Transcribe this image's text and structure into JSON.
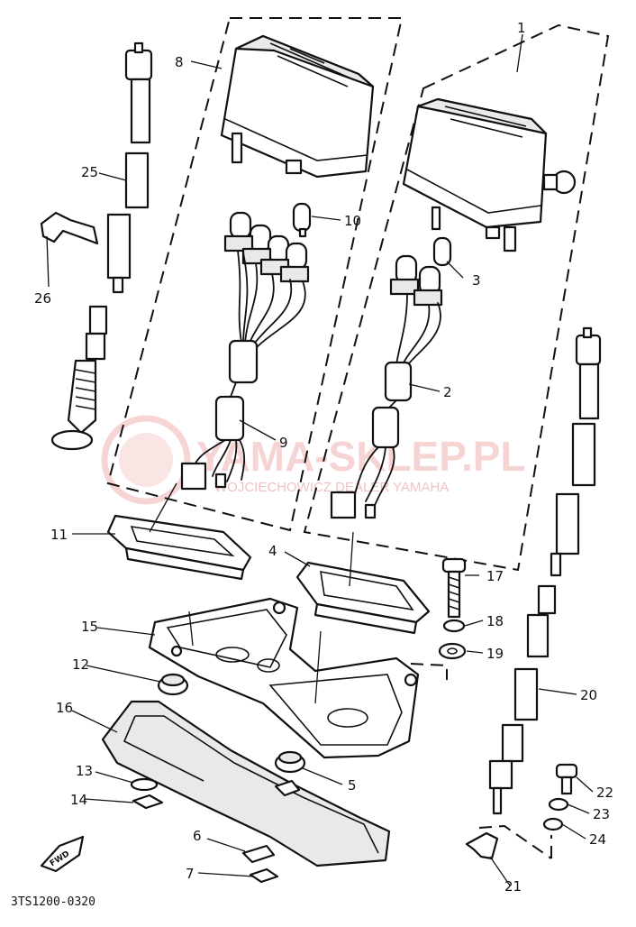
{
  "diagram": {
    "part_code": "3TS1200-0320",
    "direction_label": "FWD",
    "watermark": {
      "main": "YAMA-SKLEP.PL",
      "sub": "WOJCIECHOWICZ DEALER YAMAHA"
    },
    "callouts": [
      {
        "id": "c1",
        "text": "1"
      },
      {
        "id": "c2",
        "text": "2"
      },
      {
        "id": "c3",
        "text": "3"
      },
      {
        "id": "c4",
        "text": "4"
      },
      {
        "id": "c5",
        "text": "5"
      },
      {
        "id": "c6",
        "text": "6"
      },
      {
        "id": "c7",
        "text": "7"
      },
      {
        "id": "c8",
        "text": "8"
      },
      {
        "id": "c9",
        "text": "9"
      },
      {
        "id": "c10",
        "text": "10"
      },
      {
        "id": "c11",
        "text": "11"
      },
      {
        "id": "c12",
        "text": "12"
      },
      {
        "id": "c13",
        "text": "13"
      },
      {
        "id": "c14",
        "text": "14"
      },
      {
        "id": "c15",
        "text": "15"
      },
      {
        "id": "c16",
        "text": "16"
      },
      {
        "id": "c17",
        "text": "17"
      },
      {
        "id": "c18",
        "text": "18"
      },
      {
        "id": "c19",
        "text": "19"
      },
      {
        "id": "c20",
        "text": "20"
      },
      {
        "id": "c21",
        "text": "21"
      },
      {
        "id": "c22",
        "text": "22"
      },
      {
        "id": "c23",
        "text": "23"
      },
      {
        "id": "c24",
        "text": "24"
      },
      {
        "id": "c25",
        "text": "25"
      },
      {
        "id": "c26",
        "text": "26"
      }
    ]
  }
}
